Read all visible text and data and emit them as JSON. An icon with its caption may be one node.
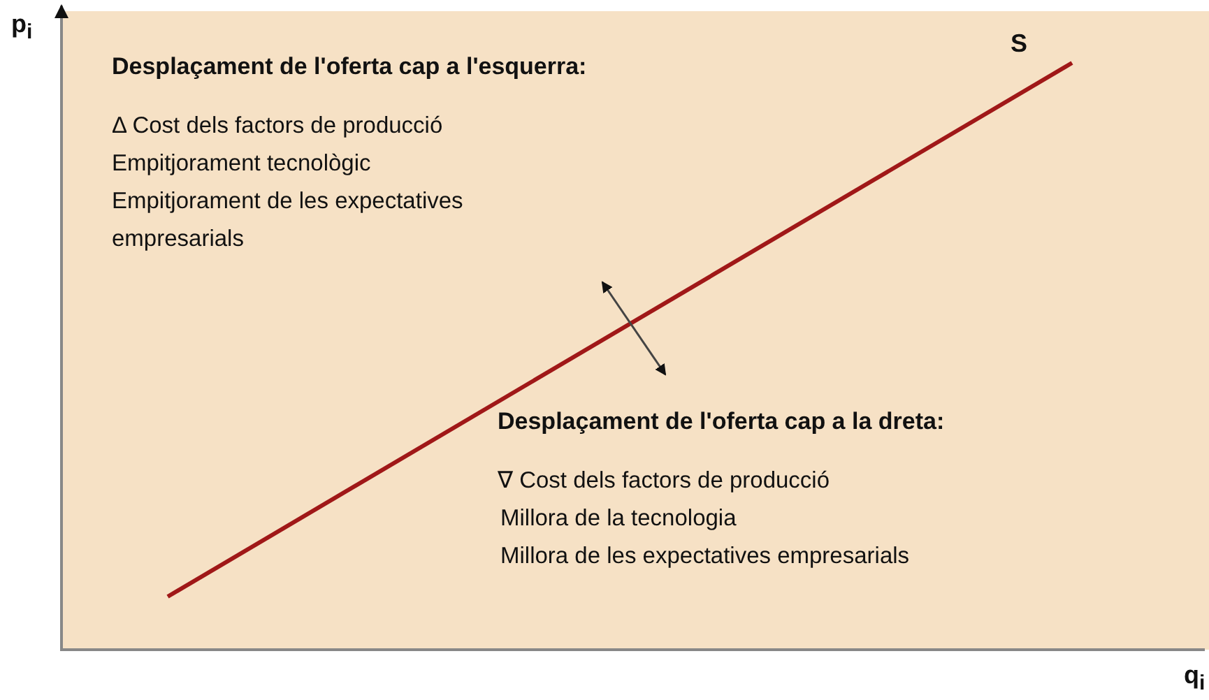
{
  "diagram": {
    "labels": [
      "p$_{i}$",
      "q$_{i}$",
      "S",
      "Desplaçament de l'oferta cap a l'esquerra:",
      "Δ Cost dels factors de producció",
      "Empitjorament tecnològic",
      "Empitjorament de les expectatives empresarials",
      "Desplaçament de l'oferta cap a la dreta:",
      "∇ Cost dels factors de producció",
      "Millora de la tecnologia",
      "Millora de les expectatives empresarials"
    ]
  }
}
